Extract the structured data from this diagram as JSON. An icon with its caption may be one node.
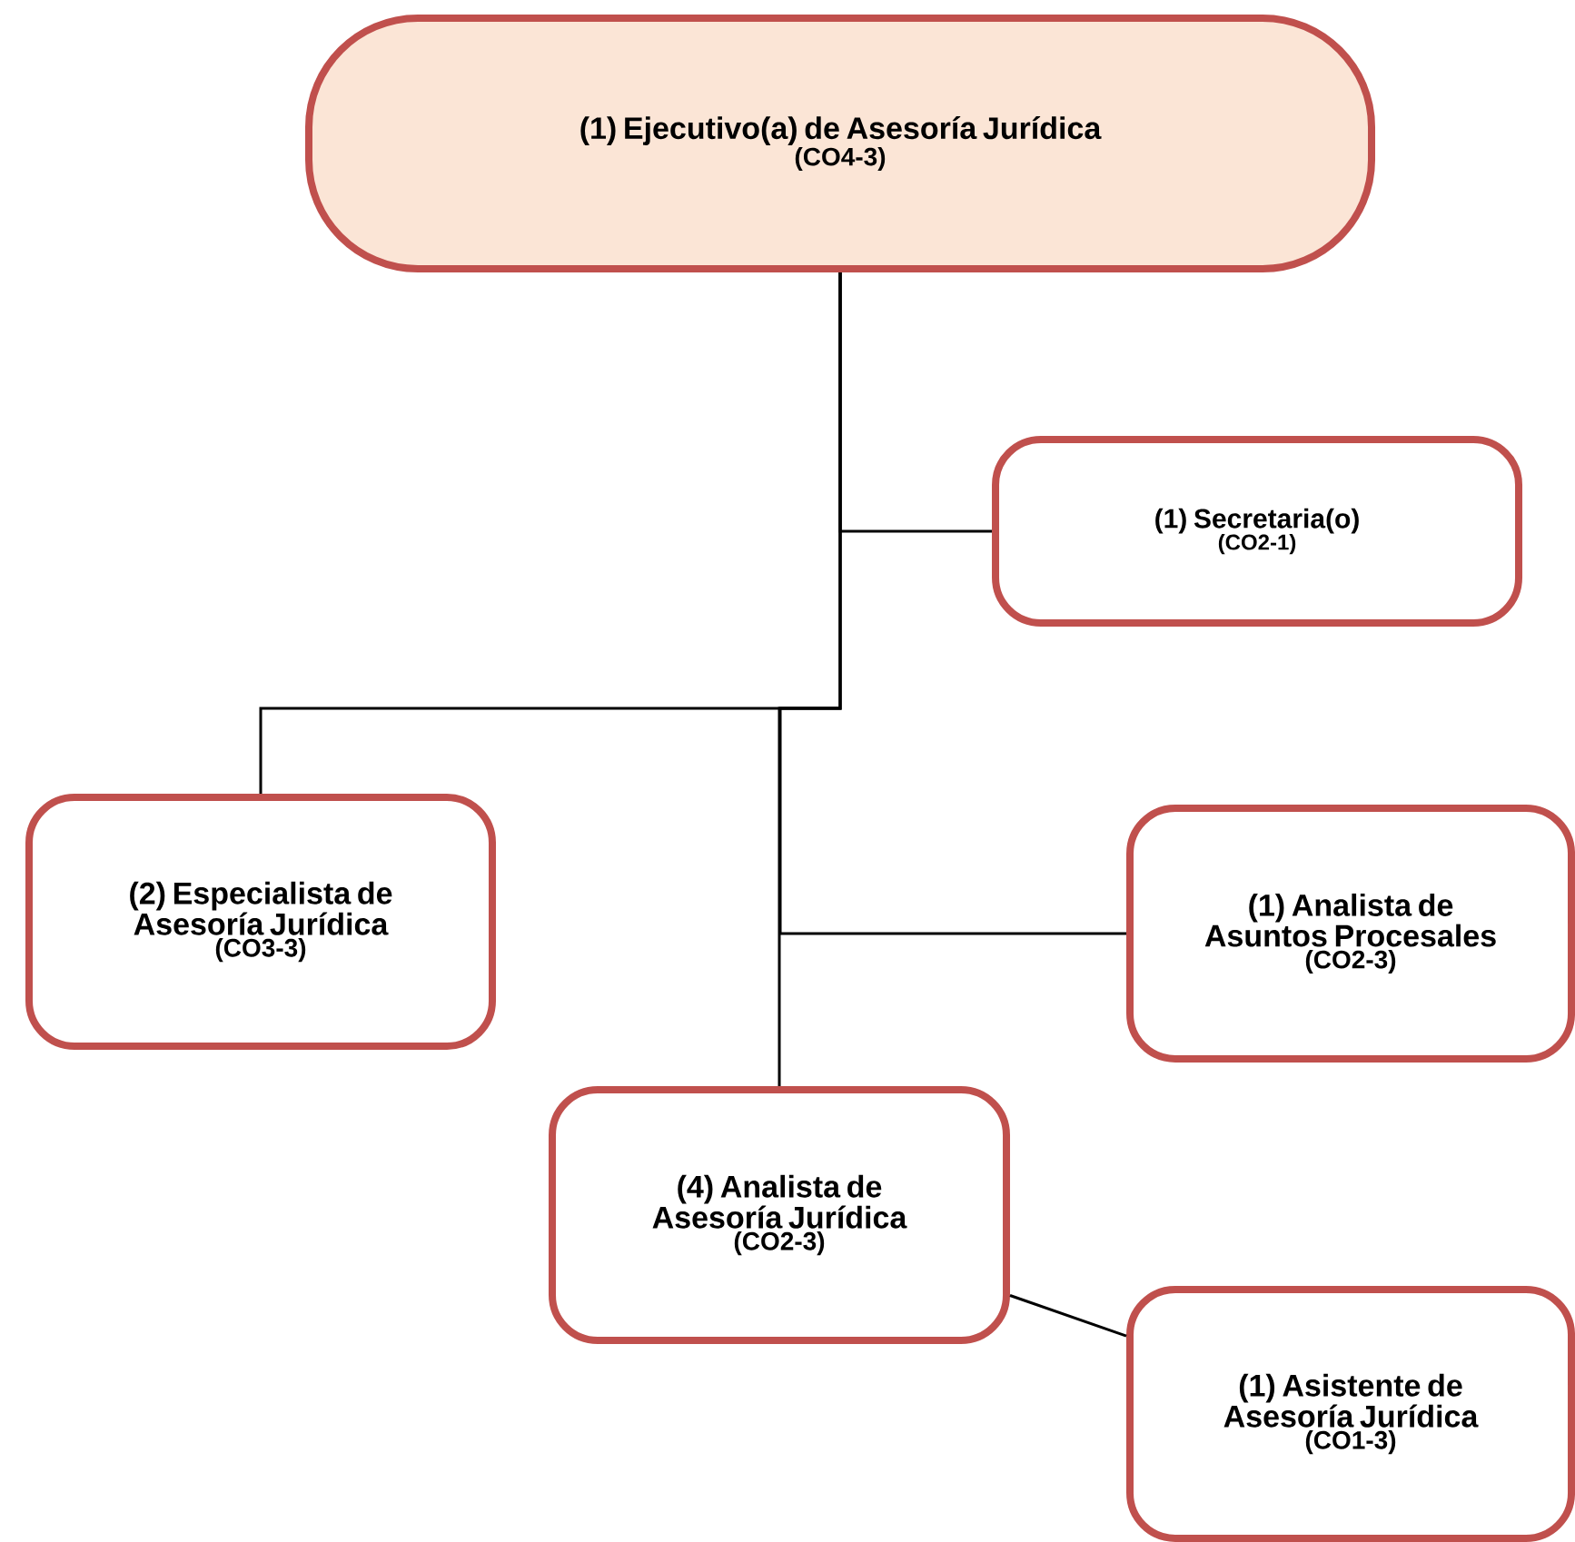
{
  "diagram": {
    "nodes": [
      {
        "text": [
          "(1) Ejecutivo(a) de Asesoría Jurídica",
          "(CO4-3)"
        ]
      },
      {
        "text": [
          "(1) Secretaria(o)",
          "(CO2-1)"
        ]
      },
      {
        "text": [
          "(2) Especialista de Asesoría Jurídica",
          "(CO3-3)"
        ]
      },
      {
        "text": [
          "(1) Analista de Asuntos Procesales",
          "(CO2-3)"
        ]
      },
      {
        "text": [
          "(4) Analista de Asesoría Jurídica",
          "(CO2-3)"
        ]
      },
      {
        "text": [
          "(1) Asistente de Asesoría Jurídica",
          "(CO1-3)"
        ]
      }
    ],
    "edges": [
      {
        "from": 0,
        "to": 1,
        "arrow": "none"
      },
      {
        "from": 0,
        "to": 2,
        "arrow": "none"
      },
      {
        "from": 0,
        "to": 3,
        "arrow": "none"
      },
      {
        "from": 0,
        "to": 4,
        "arrow": "none"
      },
      {
        "from": 4,
        "to": 5,
        "arrow": "none"
      }
    ]
  }
}
